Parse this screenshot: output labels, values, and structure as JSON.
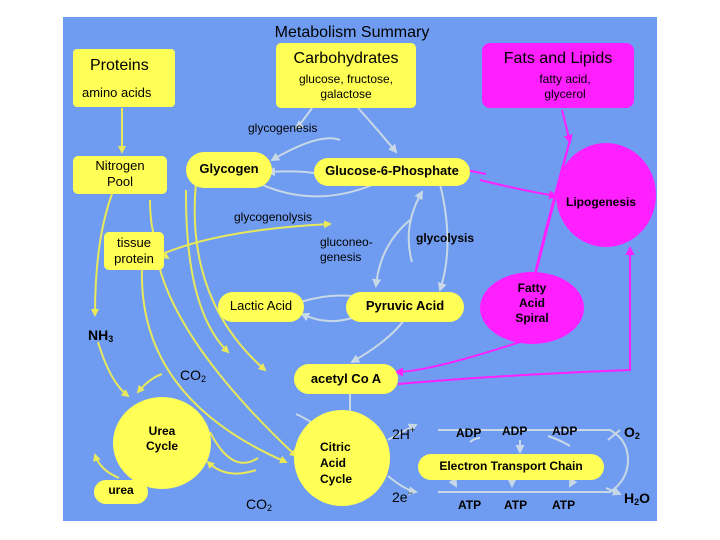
{
  "title": "Metabolism Summary",
  "nodes": {
    "proteins": "Proteins",
    "amino_acids": "amino acids",
    "carbohydrates": "Carbohydrates",
    "sugars_line1": "glucose, fructose,",
    "sugars_line2": "galactose",
    "fats": "Fats and Lipids",
    "fatty_line1": "fatty acid,",
    "fatty_line2": "glycerol",
    "glycogenesis": "glycogenesis",
    "nitrogen_line1": "Nitrogen",
    "nitrogen_line2": "Pool",
    "glycogen": "Glycogen",
    "g6p": "Glucose-6-Phosphate",
    "lipogenesis": "Lipogenesis",
    "glycogenolysis": "glycogenolysis",
    "tissue_line1": "tissue",
    "tissue_line2": "protein",
    "gluconeo_line1": "gluconeo-",
    "gluconeo_line2": "genesis",
    "glycolysis": "glycolysis",
    "fatty_spiral_line1": "Fatty",
    "fatty_spiral_line2": "Acid",
    "fatty_spiral_line3": "Spiral",
    "lactic": "Lactic Acid",
    "pyruvic": "Pyruvic Acid",
    "nh3_base": "NH",
    "nh3_sub": "3",
    "co2_top_base": "CO",
    "co2_top_sub": "2",
    "acetyl": "acetyl Co A",
    "urea_cycle_line1": "Urea",
    "urea_cycle_line2": "Cycle",
    "urea": "urea",
    "citric_line1": "Citric",
    "citric_line2": "Acid",
    "citric_line3": "Cycle",
    "co2_bottom_base": "CO",
    "co2_bottom_sub": "2",
    "h_base": "2H",
    "h_sup": "+",
    "e_base": "2e",
    "e_sup": "−",
    "adp1": "ADP",
    "adp2": "ADP",
    "adp3": "ADP",
    "o2_base": "O",
    "o2_sub": "2",
    "etc": "Electron Transport Chain",
    "atp1": "ATP",
    "atp2": "ATP",
    "atp3": "ATP",
    "h2o_base": "H",
    "h2o_sub": "2",
    "h2o_end": "O"
  },
  "colors": {
    "background": "#6f9cf0",
    "yellow": "#ffff55",
    "yellow_arrow": "#e8e85a",
    "magenta": "#ff1fff",
    "gray_arrow": "#c8d8e6"
  }
}
